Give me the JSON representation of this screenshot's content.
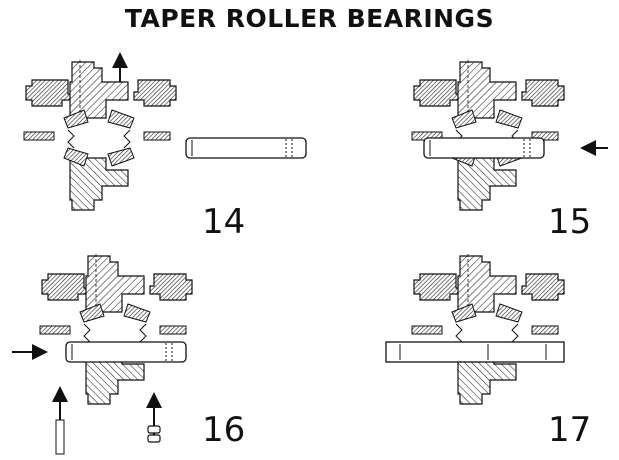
{
  "title": "TAPER ROLLER BEARINGS",
  "panels": [
    {
      "number": "14"
    },
    {
      "number": "15"
    },
    {
      "number": "16"
    },
    {
      "number": "17"
    }
  ]
}
